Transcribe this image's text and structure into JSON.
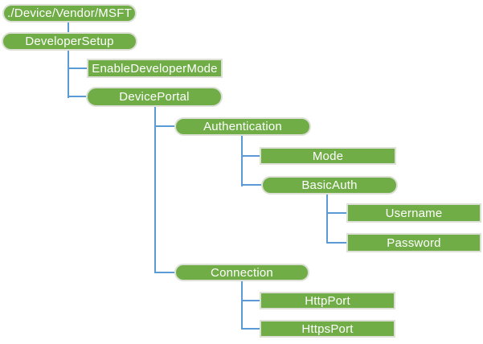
{
  "diagram": {
    "type": "tree",
    "colors": {
      "background": "#FFFFFF",
      "node_fill": "#70AD47",
      "node_border": "#DCE0D6",
      "node_text": "#FFFFFF",
      "connector": "#5B9BD5"
    },
    "nodes": {
      "root": {
        "label": "./Device/Vendor/MSFT",
        "shape": "pill"
      },
      "developer_setup": {
        "label": "DeveloperSetup",
        "shape": "pill"
      },
      "enable_developer_mode": {
        "label": "EnableDeveloperMode",
        "shape": "rect"
      },
      "device_portal": {
        "label": "DevicePortal",
        "shape": "pill"
      },
      "authentication": {
        "label": "Authentication",
        "shape": "pill"
      },
      "mode": {
        "label": "Mode",
        "shape": "rect"
      },
      "basic_auth": {
        "label": "BasicAuth",
        "shape": "pill"
      },
      "username": {
        "label": "Username",
        "shape": "rect"
      },
      "password": {
        "label": "Password",
        "shape": "rect"
      },
      "connection": {
        "label": "Connection",
        "shape": "pill"
      },
      "http_port": {
        "label": "HttpPort",
        "shape": "rect"
      },
      "https_port": {
        "label": "HttpsPort",
        "shape": "rect"
      }
    },
    "hierarchy": {
      "./Device/Vendor/MSFT": {
        "DeveloperSetup": {
          "EnableDeveloperMode": {},
          "DevicePortal": {
            "Authentication": {
              "Mode": {},
              "BasicAuth": {
                "Username": {},
                "Password": {}
              }
            },
            "Connection": {
              "HttpPort": {},
              "HttpsPort": {}
            }
          }
        }
      }
    }
  }
}
